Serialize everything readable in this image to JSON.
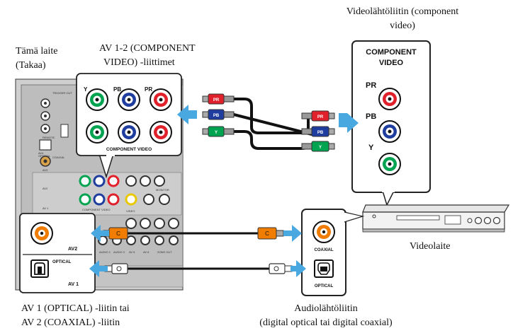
{
  "captions": {
    "device_line1": "Tämä laite",
    "device_line2": "(Takaa)",
    "component_jacks_line1": "AV 1-2 (COMPONENT",
    "component_jacks_line2": "VIDEO) -liittimet",
    "video_out_line1": "Videolähtöliitin (component",
    "video_out_line2": "video)",
    "video_device": "Videolaite",
    "audio_in_line1": "AV 1 (OPTICAL) -liitin tai",
    "audio_in_line2": "AV 2 (COAXIAL) -liitin",
    "audio_out_line1": "Audiolähtöliitin",
    "audio_out_line2": "(digital optical tai digital coaxial)"
  },
  "receiver_zoom": {
    "jack_labels": [
      "Y",
      "PB",
      "PR"
    ],
    "panel_label": "COMPONENT VIDEO"
  },
  "player_panel": {
    "title_line1": "COMPONENT",
    "title_line2": "VIDEO",
    "jack_labels": [
      "PR",
      "PB",
      "Y"
    ]
  },
  "audio_zoom": {
    "av2_label": "AV2",
    "optical_label": "OPTICAL",
    "av1_label": "AV 1"
  },
  "player_audio": {
    "coaxial_label": "COAXIAL",
    "optical_label": "OPTICAL"
  },
  "cable_plugs": {
    "pr": "PR",
    "pb": "PB",
    "y": "Y",
    "coax": "C"
  },
  "receiver_panel_small_text": {
    "trigger_out": "TRIGGER OUT",
    "remote": "REMOTE",
    "optical": "OPTICAL",
    "coaxial": "COAXIAL",
    "av4": "AV4",
    "av3": "AV3",
    "av2": "AV2",
    "av1": "AV 1",
    "component_video": "COMPONENT VIDEO",
    "video": "VIDEO",
    "monitor": "MONITOR",
    "audio1": "AUDIO 1",
    "audio2": "AUDIO 2",
    "av5": "AV 5",
    "av6": "AV 6",
    "zone_out": "ZONE OUT"
  },
  "colors": {
    "green": "#00a34f",
    "blue": "#1f3d9e",
    "red": "#e0202a",
    "orange": "#f07c00",
    "arrow": "#4aa8e0",
    "panel_gray": "#c8c8c8"
  }
}
